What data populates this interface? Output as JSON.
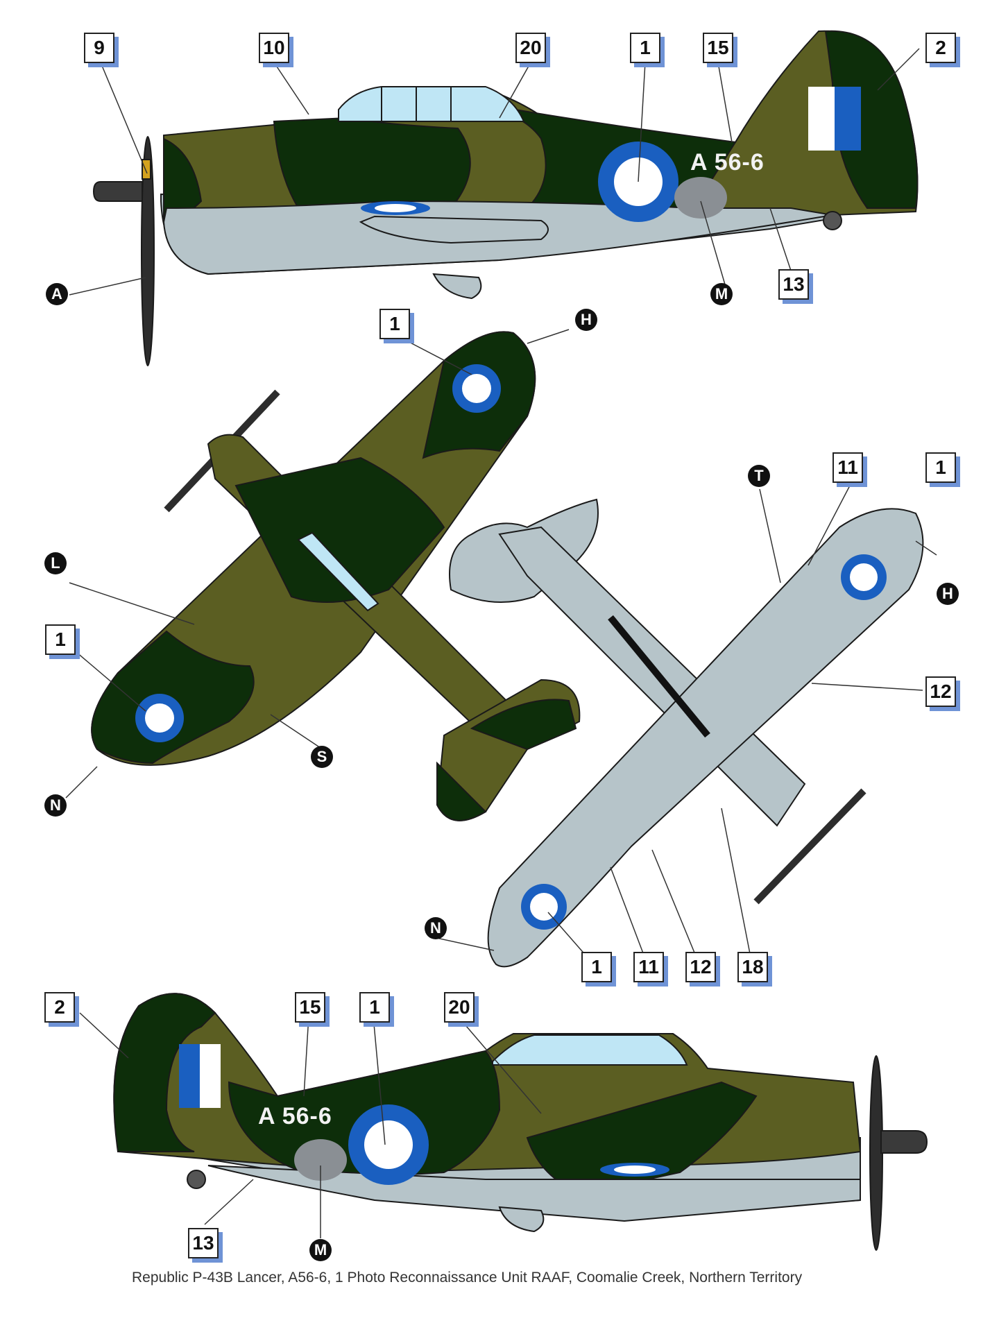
{
  "caption": "Republic P-43B Lancer, A56-6, 1 Photo Reconnaissance Unit RAAF, Coomalie Creek, Northern Territory",
  "colors": {
    "dark_green": "#0d2e0a",
    "olive": "#5b5e22",
    "light_grey": "#b6c4c9",
    "roundel_blue": "#1a5fc0",
    "canopy": "#bfe6f5",
    "callout_shadow": "#6f93d6"
  },
  "views": {
    "left_profile": {
      "serial": "A 56-6",
      "callouts": [
        "9",
        "10",
        "20",
        "1",
        "15",
        "2",
        "13"
      ],
      "markers": [
        "A",
        "M"
      ]
    },
    "top_view": {
      "callouts": [
        "1",
        "1"
      ],
      "markers": [
        "H",
        "L",
        "S",
        "N"
      ]
    },
    "bottom_view": {
      "callouts": [
        "11",
        "1",
        "12",
        "1",
        "11",
        "12",
        "18"
      ],
      "markers": [
        "T",
        "H",
        "N"
      ]
    },
    "right_profile": {
      "serial": "A 56-6",
      "callouts": [
        "2",
        "15",
        "1",
        "20",
        "13"
      ],
      "markers": [
        "M"
      ]
    }
  },
  "labels": {
    "c9": "9",
    "c10": "10",
    "c20a": "20",
    "c1a": "1",
    "c15a": "15",
    "c2a": "2",
    "c13a": "13",
    "mA": "A",
    "mMa": "M",
    "c1b": "1",
    "mH": "H",
    "mL": "L",
    "c1c": "1",
    "mS": "S",
    "mN": "N",
    "mT": "T",
    "c11a": "11",
    "c1d": "1",
    "mH2": "H",
    "c12a": "12",
    "mN2": "N",
    "c1e": "1",
    "c11b": "11",
    "c12b": "12",
    "c18": "18",
    "c2b": "2",
    "c15b": "15",
    "c1f": "1",
    "c20b": "20",
    "c13b": "13",
    "mMb": "M"
  }
}
